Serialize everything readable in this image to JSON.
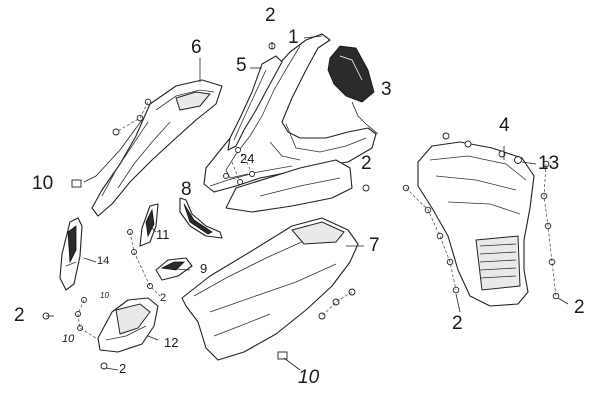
{
  "diagram": {
    "labels": {
      "part_1": "1",
      "part_2_top": "2",
      "part_2_mid": "2",
      "part_2_left": "2",
      "part_2_bottom": "2",
      "part_2_small": "2",
      "part_2_right_a": "2",
      "part_2_right_b": "2",
      "part_3": "3",
      "part_4": "4",
      "part_5": "5",
      "part_6": "6",
      "part_7": "7",
      "part_8": "8",
      "part_9": "9",
      "part_10_left": "10",
      "part_10_small_a": "10",
      "part_10_small_b": "10",
      "part_10_bottom": "10",
      "part_11": "11",
      "part_12": "12",
      "part_13": "13",
      "part_14": "14",
      "part_24": "24"
    }
  }
}
